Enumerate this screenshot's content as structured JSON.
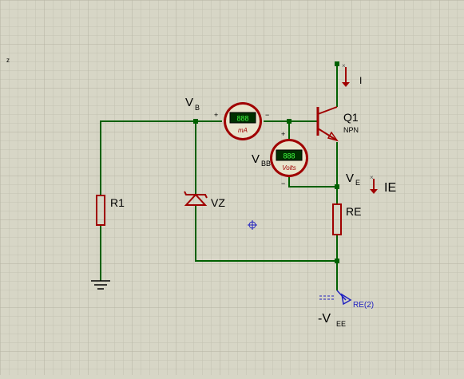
{
  "corner_marker": "z",
  "labels": {
    "vb_main": "V",
    "vb_sub": "B",
    "vbb_main": "V",
    "vbb_sub": "BB",
    "ve_main": "V",
    "ve_sub": "E",
    "vee_main": "-V",
    "vee_sub": "EE",
    "ie": "IE",
    "i": "I",
    "r1": "R1",
    "vz": "VZ",
    "re": "RE",
    "q1": "Q1",
    "npn": "NPN",
    "re2": "RE(2)"
  },
  "ammeter": {
    "display": "888",
    "unit": "mA",
    "plus": "+",
    "minus": "−"
  },
  "voltmeter": {
    "display": "888",
    "unit": "Volts",
    "plus": "+",
    "minus": "−"
  },
  "colors": {
    "background": "#d7d6c6",
    "grid": "#bdbcab",
    "wire": "#006000",
    "component": "#a00000",
    "junction": "#006000",
    "meter_face": "#e8e4cc",
    "meter_display": "#003000",
    "meter_digits": "#40ff40",
    "probe_label": "#2020c0",
    "cursor": "#2020c0"
  }
}
